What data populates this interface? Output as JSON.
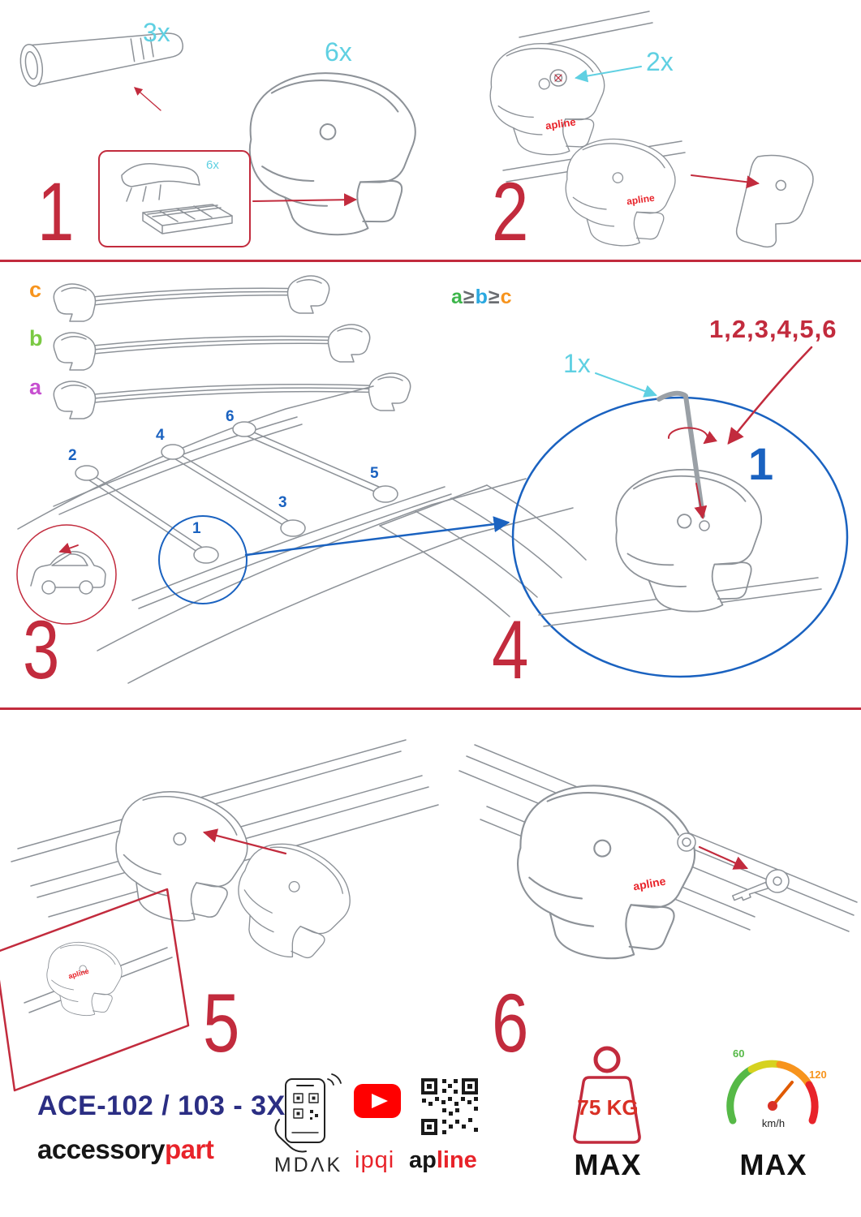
{
  "colors": {
    "accent_red": "#c22b3d",
    "cyan": "#5fd0e2",
    "blue": "#1a62c0",
    "navy": "#2b2e83",
    "brand_red": "#e8232a",
    "green": "#56b947",
    "orange": "#f7941d",
    "magenta": "#c74fd0",
    "lime": "#7ac943"
  },
  "steps": {
    "s1": {
      "num": "1",
      "qty_bar": "3x",
      "qty_foot": "6x",
      "qty_pad": "6x"
    },
    "s2": {
      "num": "2",
      "qty_lock": "2x"
    },
    "s3": {
      "num": "3",
      "size_c": "c",
      "size_b": "b",
      "size_a": "a",
      "formula": {
        "a": "a",
        "ge1": "≥",
        "b": "b",
        "ge2": "≥",
        "c": "c"
      },
      "positions": {
        "p1": "1",
        "p2": "2",
        "p3": "3",
        "p4": "4",
        "p5": "5",
        "p6": "6"
      }
    },
    "s4": {
      "num": "4",
      "qty_key": "1x",
      "sequence": "1,2,3,4,5,6",
      "step_one": "1"
    },
    "s5": {
      "num": "5"
    },
    "s6": {
      "num": "6"
    }
  },
  "brand": {
    "foot_logo": "apline"
  },
  "footer": {
    "model": "ACE-102 / 103 - 3X",
    "company_black": "accessory",
    "company_red": "part",
    "mdak": "MDΛK",
    "ipqi": "ipqi",
    "apline_black": "ap",
    "apline_red": "line",
    "weight_limit": "75 KG",
    "weight_max": "MAX",
    "speed_60": "60",
    "speed_120": "120",
    "speed_unit": "km/h",
    "speed_max": "MAX"
  }
}
